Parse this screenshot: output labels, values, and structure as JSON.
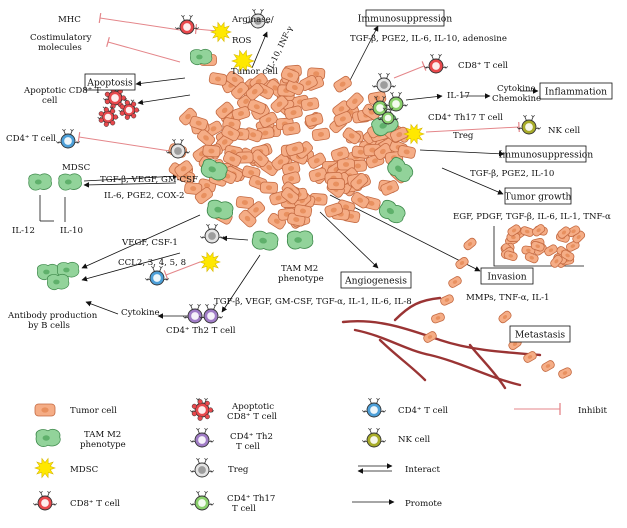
{
  "colors": {
    "tumor_fill": "#f5ad86",
    "tumor_stroke": "#c46a42",
    "tam_fill": "#92d39a",
    "tam_stroke": "#3f8a4c",
    "mdsc": "#ffe800",
    "inhibit": "#e4868a",
    "vessel": "#9a3434",
    "cd8_fill": "#e8484c",
    "cd4_fill": "#4d9fd8",
    "th2_fill": "#a07cc6",
    "treg_fill": "#e4e4e4",
    "th17_fill": "#8ad06c",
    "nk_fill": "#a8ac2a"
  },
  "boxes": {
    "immunosuppression_top": "Immunosuppression",
    "apoptosis": "Apoptosis",
    "inflammation": "Inflammation",
    "immunosuppression_right": "Immunosuppression",
    "tumor_growth": "Tumor growth",
    "angiogenesis": "Angiogenesis",
    "invasion": "Invasion",
    "metastasis": "Metastasis"
  },
  "labels": {
    "mhc": "MHC",
    "costim_1": "Costimulatory",
    "costim_2": "molecules",
    "arginase": "Arginase/",
    "ros": "ROS",
    "il10_ifn": "IL-10, INF-γ",
    "tumor_cell": "Tumor cell",
    "immuno_factors_top": "TGF-β, PGE2, IL-6, IL-10, adenosine",
    "apoptotic_cd8_1": "Apoptotic CD8⁺ T",
    "apoptotic_cd8_2": "cell",
    "cd8_t_cell": "CD8⁺ T cell",
    "il17": "IL-17",
    "cytokine_chemokine_1": "Cytokine",
    "cytokine_chemokine_2": "Chemokine",
    "cd4_t_cell": "CD4⁺ T cell",
    "th17_t_cell": "CD4⁺ Th17 T cell",
    "treg": "Treg",
    "nk_cell": "NK cell",
    "mdsc": "MDSC",
    "mdsc_factors_1": "TGF-β, VEGF, GM-CSF",
    "mdsc_factors_2": "IL-6, PGE2, COX-2",
    "immuno_factors_right": "TGF-β, PGE2, IL-10",
    "growth_factors": "EGF, PDGF, TGF-β, IL-6, IL-1, TNF-α",
    "il12": "IL-12",
    "il10": "IL-10",
    "vegf_csf": "VEGF, CSF-1",
    "ccl": "CCL2, 3, 4, 5, 8",
    "tam_m2_1": "TAM M2",
    "tam_m2_2": "phenotype",
    "antibody_1": "Antibody production",
    "antibody_2": "by B cells",
    "cytokine": "Cytokine",
    "th2_factors": "TGF-β, VEGF, GM-CSF, TGF-α, IL-1, IL-6, IL-8",
    "th2_t_cell": "CD4⁺ Th2 T cell",
    "invasion_factors": "MMPs, TNF-α, IL-1"
  },
  "legend": {
    "tumor_cell": "Tumor cell",
    "tam_1": "TAM M2",
    "tam_2": "phenotype",
    "mdsc": "MDSC",
    "cd8": "CD8⁺ T cell",
    "apoptotic_1": "Apoptotic",
    "apoptotic_2": "CD8⁺ T cell",
    "th2_1": "CD4⁺ Th2",
    "th2_2": "T cell",
    "treg": "Treg",
    "th17_1": "CD4⁺ Th17",
    "th17_2": "T cell",
    "cd4": "CD4⁺ T cell",
    "nk": "NK cell",
    "inhibit": "Inhibit",
    "interact": "Interact",
    "promote": "Promote"
  }
}
